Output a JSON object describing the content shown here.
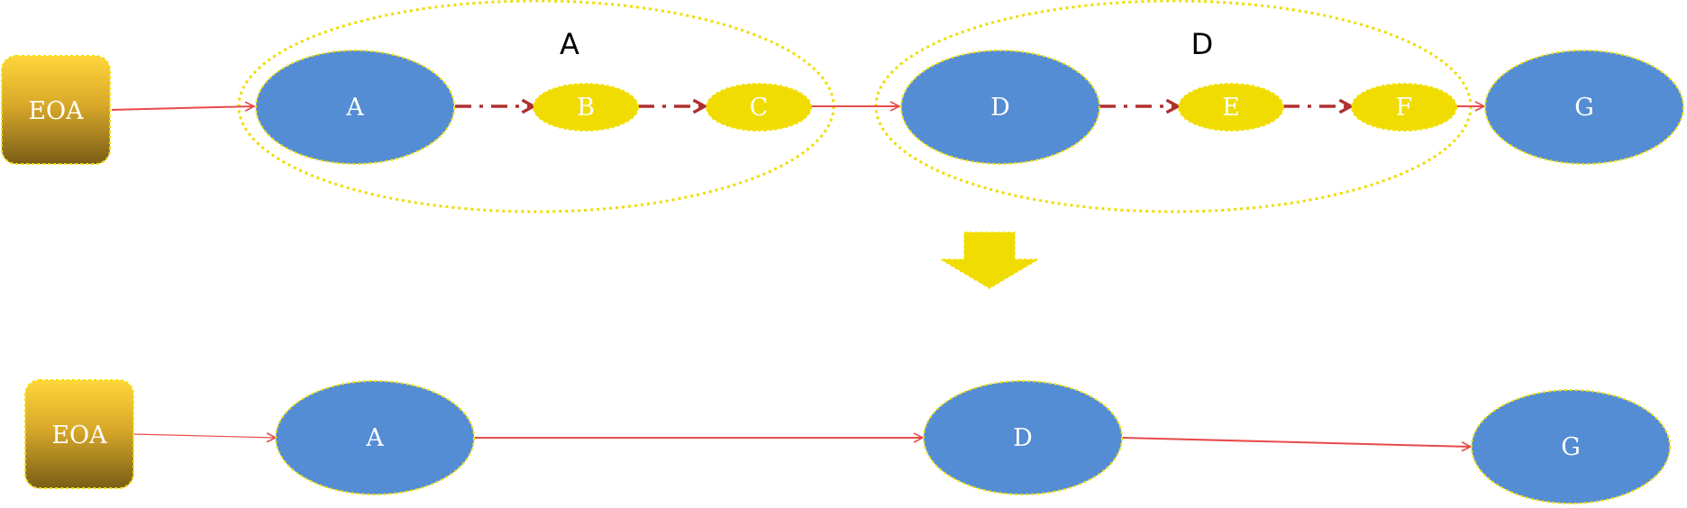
{
  "colors": {
    "blue_node": "#548DD4",
    "yellow_node": "#F0DC00",
    "node_border": "#F2E000",
    "group_border": "#F0DC00",
    "arrow_red": "#E84A4A",
    "arrow_darkred": "#B03030",
    "source_top": "#FFD53A",
    "source_bottom": "#7A5E16",
    "big_arrow": "#F0DC00"
  },
  "diagram": {
    "top": {
      "source_label": "EOA",
      "group_a_label": "A",
      "group_d_label": "D",
      "nodes": {
        "a": "A",
        "b": "B",
        "c": "C",
        "d": "D",
        "e": "E",
        "f": "F",
        "g": "G"
      }
    },
    "transform_icon": "down-arrow-icon",
    "bottom": {
      "source_label": "EOA",
      "nodes": {
        "a": "A",
        "d": "D",
        "g": "G"
      }
    }
  }
}
